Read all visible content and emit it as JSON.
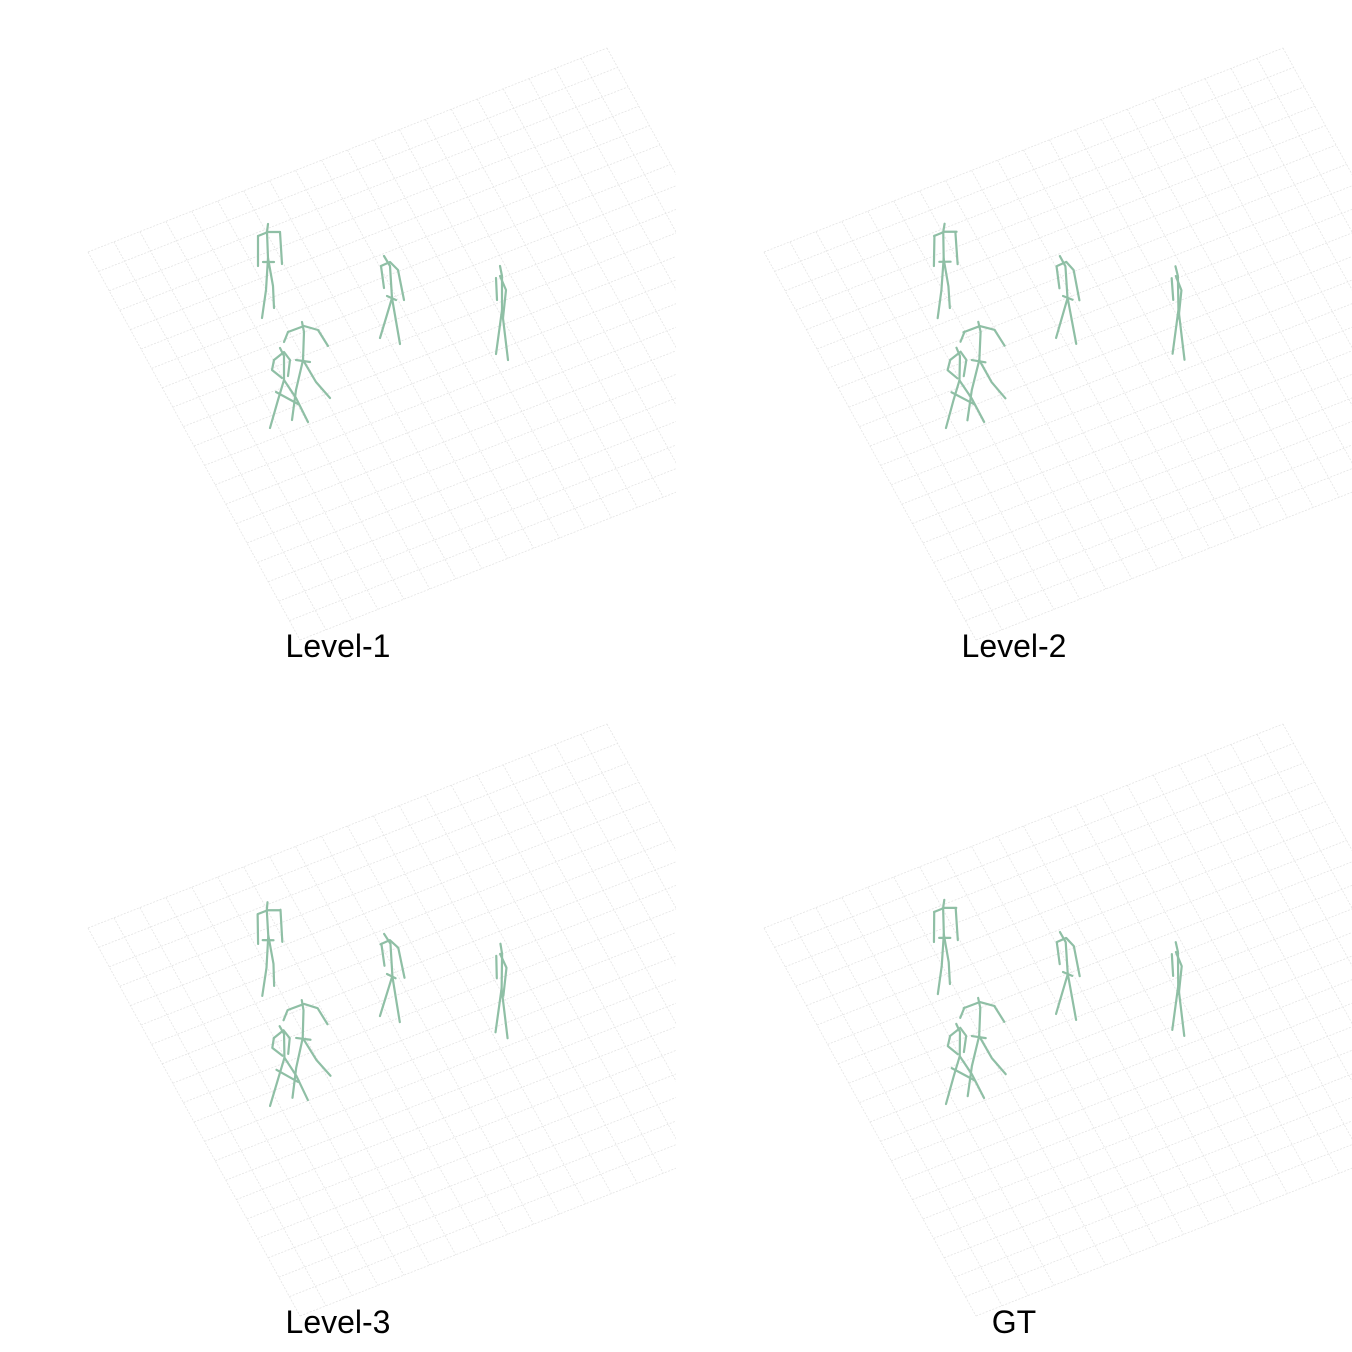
{
  "panels": [
    {
      "label": "Level-1"
    },
    {
      "label": "Level-2"
    },
    {
      "label": "Level-3"
    },
    {
      "label": "GT"
    }
  ],
  "colors": {
    "skeleton": "#8fbfa5",
    "floor_grid": "#e4e4e4",
    "background": "#ffffff",
    "label_text": "#000000"
  },
  "scene": {
    "people_per_panel": 5,
    "floor": "grid"
  }
}
